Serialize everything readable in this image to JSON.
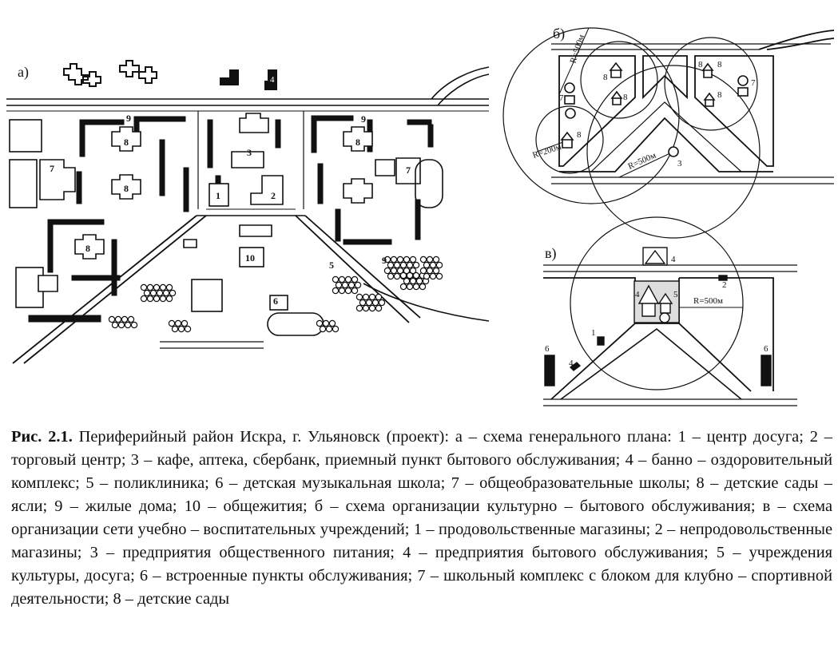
{
  "figure": {
    "panel_a_letter": "а)",
    "panel_b_letter": "б)",
    "panel_v_letter": "в)",
    "panel_a_numbers": [
      "1",
      "2",
      "3",
      "4",
      "5",
      "6",
      "7",
      "7",
      "8",
      "8",
      "8",
      "8",
      "9",
      "9",
      "9",
      "10"
    ],
    "panel_b_labels": {
      "r500_top": "R=500м",
      "r200": "R=200м",
      "r500_bottom": "R=500м",
      "marks": [
        "8",
        "8",
        "8",
        "8",
        "8",
        "7",
        "7",
        "8",
        "3"
      ]
    },
    "panel_v_labels": {
      "r500": "R=500м",
      "marks": [
        "4",
        "4",
        "5",
        "2",
        "1",
        "4",
        "6",
        "6"
      ]
    },
    "caption": {
      "label": "Рис. 2.1.",
      "text": " Периферийный район Искра, г. Ульяновск (проект): а – схема генерального плана: 1 – центр досуга; 2 – торговый центр; 3 – кафе, аптека, сбербанк, приемный пункт бытового обслуживания; 4 – банно – оздоровительный комплекс; 5 – поликлиника; 6 – детская музыкальная школа; 7 – общеобразовательные школы; 8 – детские сады – ясли; 9 – жилые дома; 10 – общежития; б – схема организации культурно – бытового обслуживания; в – схема организации сети учебно – воспитательных учреждений; 1 – продовольственные магазины; 2 – непродовольственные магазины; 3 – предприятия общественного питания; 4 – предприятия бытового обслуживания; 5 – учреждения культуры, досуга; 6 – встроенные пункты обслуживания; 7 – школьный комплекс с блоком для клубно – спортивной деятельности; 8 – детские сады"
    }
  }
}
